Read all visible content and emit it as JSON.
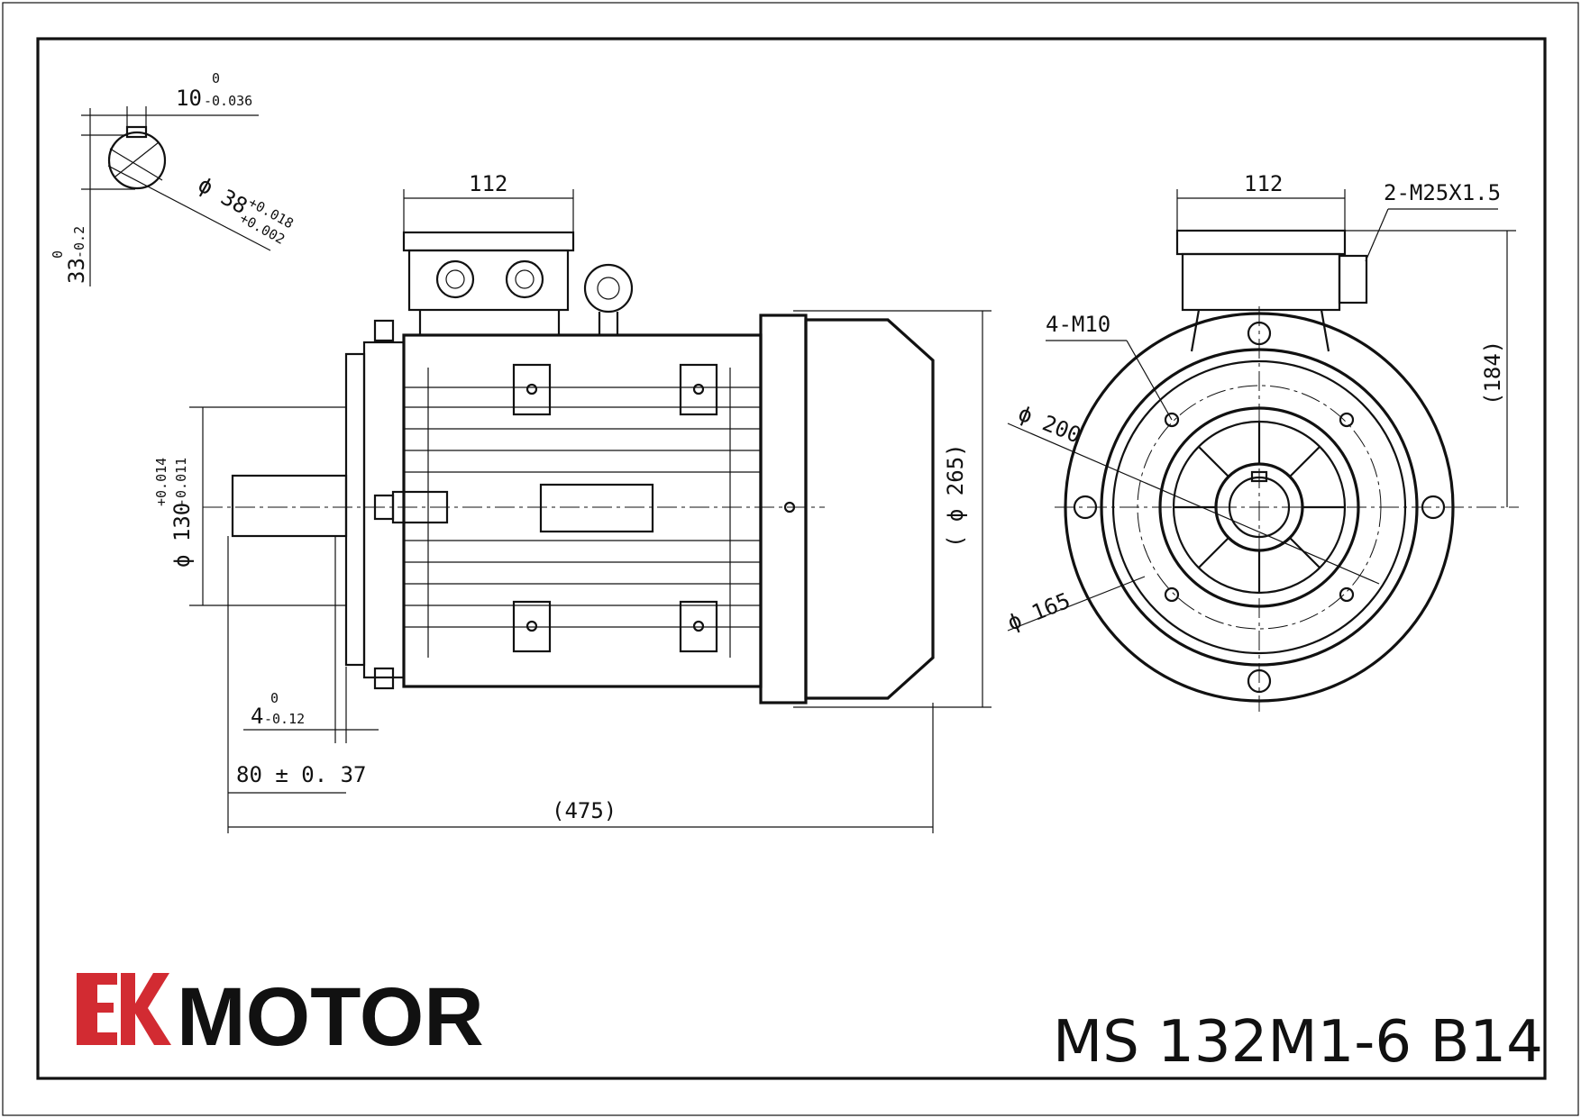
{
  "brand": {
    "name": "MOTOR",
    "mark_color": "#d22b32",
    "text_color": "#111111"
  },
  "model": "MS 132M1-6 B14",
  "dimensions": {
    "key_width": "10",
    "key_width_tol_upper": "0",
    "key_width_tol_lower": "-0.036",
    "key_height": "33",
    "key_height_tol_upper": "0",
    "key_height_tol_lower": "-0.2",
    "shaft_dia": "ϕ 38",
    "shaft_dia_tol_upper": "+0.018",
    "shaft_dia_tol_lower": "+0.002",
    "terminal_box_width_side": "112",
    "terminal_box_width_front": "112",
    "cable_gland": "2-M25X1.5",
    "flange_bolts": "4-M10",
    "bolt_circle": "ϕ 200",
    "spigot_dia": "ϕ 165",
    "overall_height": "(184)",
    "frame_dia": "( ϕ 265)",
    "spigot_fit": "ϕ 130",
    "spigot_fit_tol_upper": "+0.014",
    "spigot_fit_tol_lower": "-0.011",
    "spigot_depth": "4",
    "spigot_depth_tol_upper": "0",
    "spigot_depth_tol_lower": "-0.12",
    "shaft_length": "80 ± 0. 37",
    "overall_length": "(475)"
  }
}
